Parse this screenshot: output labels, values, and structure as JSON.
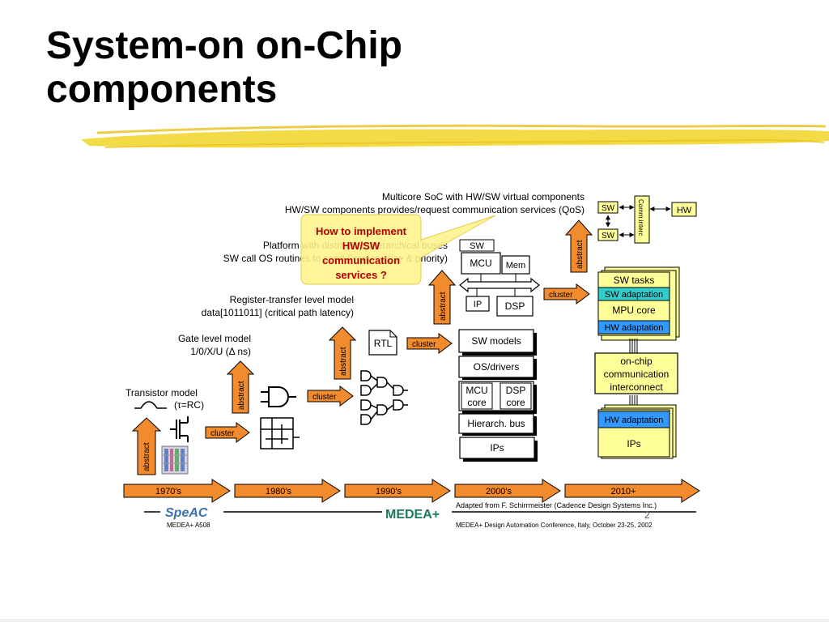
{
  "slide": {
    "title_line1": "System-on on-Chip",
    "title_line2": "components"
  },
  "diagram": {
    "levels": {
      "multicore_line1": "Multicore SoC with HW/SW virtual components",
      "multicore_line2": "HW/SW components provides/request communication services (QoS)",
      "platform_line1": "Platform with distributed hierarchical buses",
      "platform_line2": "SW call OS routines to send Frames (size & priority)",
      "rtl_line1": "Register-transfer level model",
      "rtl_line2": "data[1011011] (critical path latency)",
      "gate_line1": "Gate level model",
      "gate_line2": "1/0/X/U (Δ ns)",
      "transistor_line1": "Transistor model",
      "transistor_line2": "(τ=RC)"
    },
    "callout": {
      "line1": "How to implement",
      "line2": "HW/SW",
      "line3": "communication",
      "line4": "services ?"
    },
    "arrow_labels": {
      "abstract": "abstract",
      "cluster": "cluster"
    },
    "blocks": {
      "rtl": "RTL",
      "sw": "SW",
      "mcu": "MCU",
      "mem": "Mem",
      "ip": "IP",
      "dsp": "DSP",
      "sw_models": "SW models",
      "os_drivers": "OS/drivers",
      "mcu_core_l1": "MCU",
      "mcu_core_l2": "core",
      "dsp_core_l1": "DSP",
      "dsp_core_l2": "core",
      "hier_bus": "Hierarch. bus",
      "ips": "IPs",
      "top_sw": "SW",
      "top_hw": "HW",
      "comm_interc": "Comm.interc",
      "sw_tasks": "SW tasks",
      "sw_adaptation": "SW adaptation",
      "mpu_core": "MPU core",
      "hw_adaptation": "HW adaptation",
      "onchip_l1": "on-chip",
      "onchip_l2": "communication",
      "onchip_l3": "interconnect",
      "hw_adaptation2": "HW adaptation",
      "ips2": "IPs"
    },
    "timeline": [
      "1970's",
      "1980's",
      "1990's",
      "2000's",
      "2010+"
    ],
    "footer": {
      "speac": "SpeAC",
      "medea_a508": "MEDEA+ A508",
      "medea_logo": "MEDEA+",
      "adapted": "Adapted from F. Schirrmeister (Cadence Design Systems Inc.)",
      "page_number": "2",
      "conference": "MEDEA+ Design Automation Conference, Italy, October 23-25, 2002"
    },
    "colors": {
      "orange": "#F28A2E",
      "yellow_block": "#FFFF99",
      "cyan_block": "#33CCCC",
      "blue_block": "#3399FF",
      "callout_fill": "#FFF28A",
      "callout_text": "#B00000",
      "brush": "#F2D633"
    }
  }
}
